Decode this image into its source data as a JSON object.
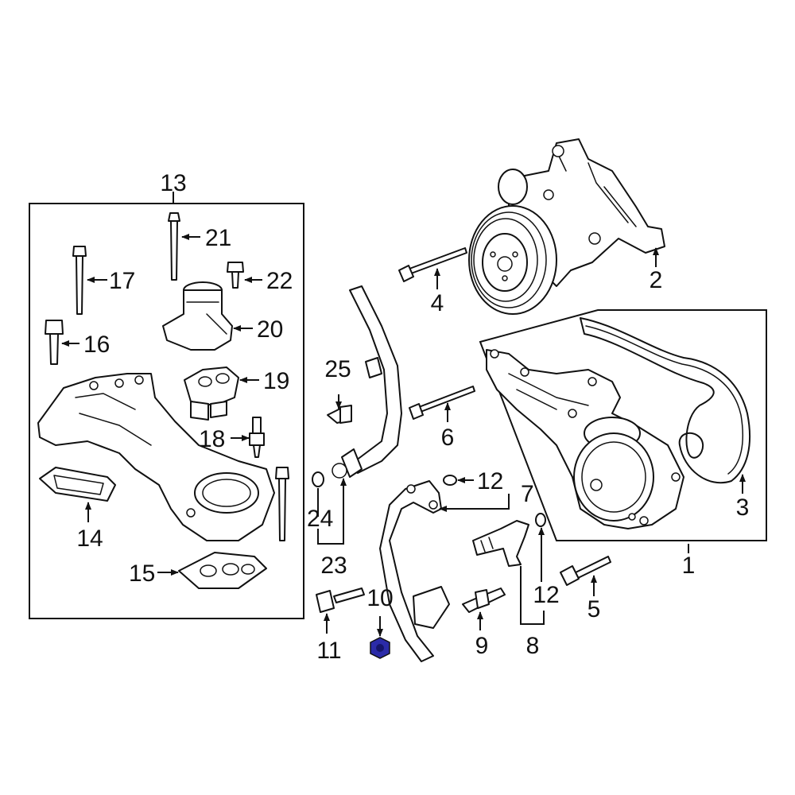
{
  "diagram": {
    "highlight_color": "#2b2ba8",
    "callouts": {
      "c1": "1",
      "c2": "2",
      "c3": "3",
      "c4": "4",
      "c5": "5",
      "c6": "6",
      "c7": "7",
      "c8": "8",
      "c9": "9",
      "c10": "10",
      "c11": "11",
      "c12a": "12",
      "c12b": "12",
      "c13": "13",
      "c14": "14",
      "c15": "15",
      "c16": "16",
      "c17": "17",
      "c18": "18",
      "c19": "19",
      "c20": "20",
      "c21": "21",
      "c22": "22",
      "c23": "23",
      "c24": "24",
      "c25": "25"
    }
  }
}
